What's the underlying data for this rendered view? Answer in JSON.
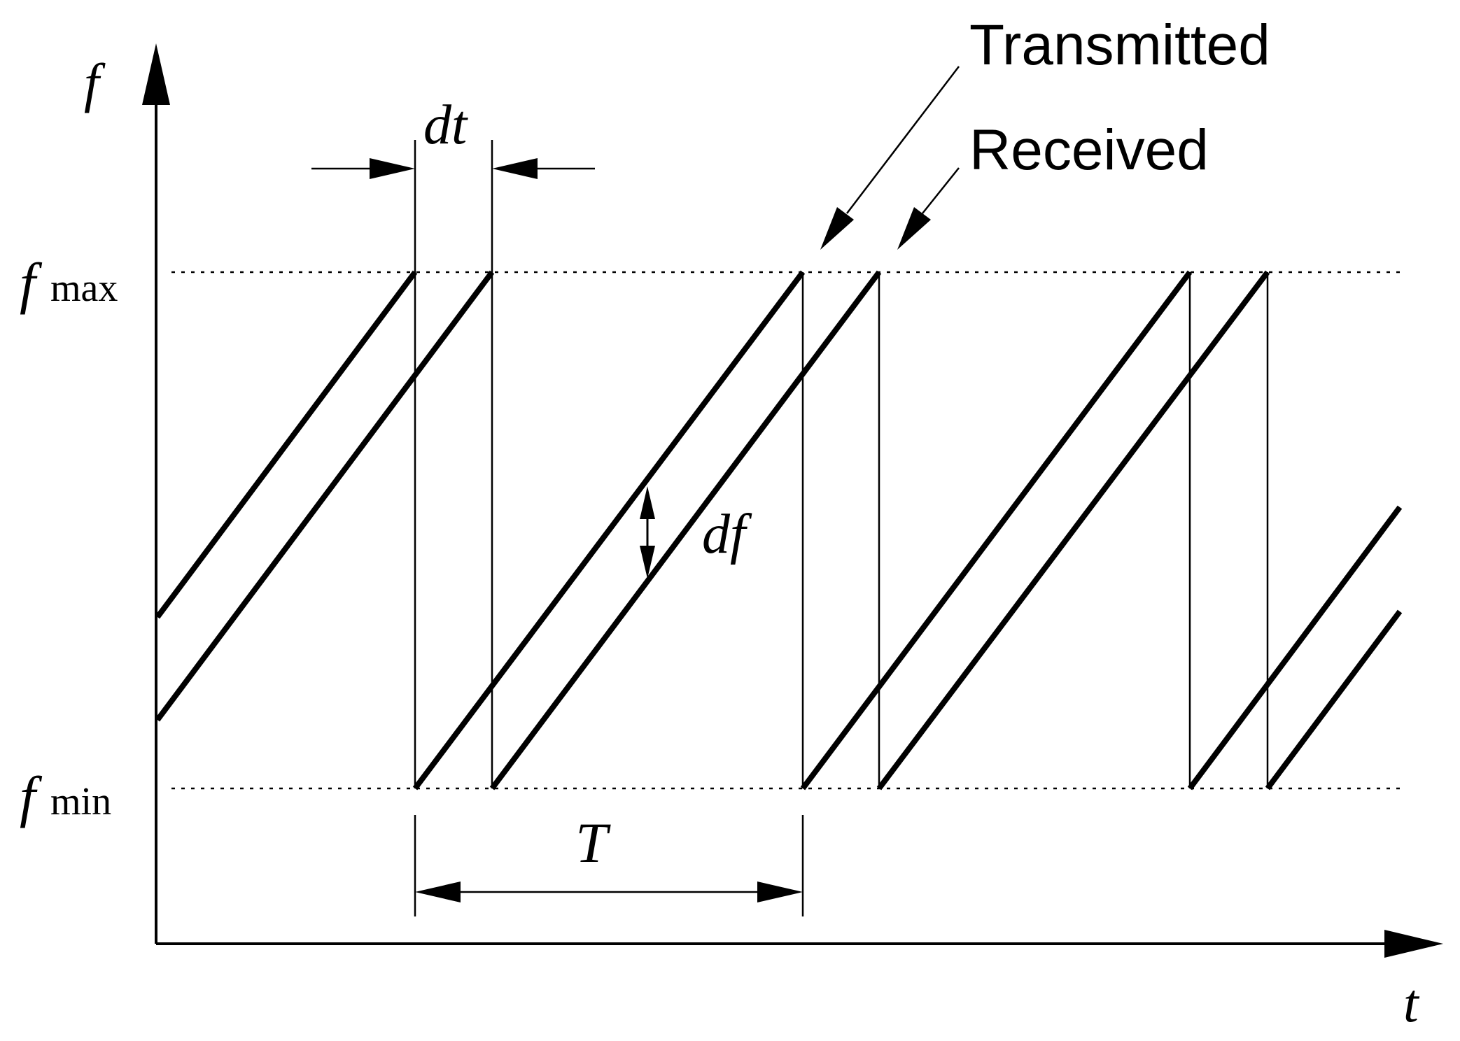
{
  "axes": {
    "x_label": "t",
    "y_label": "f"
  },
  "levels": {
    "max_symbol": "f",
    "max_subscript": "max",
    "min_symbol": "f",
    "min_subscript": "min"
  },
  "annotations": {
    "dt": "dt",
    "df": "df",
    "period": "T",
    "transmitted": "Transmitted",
    "received": "Received"
  },
  "colors": {
    "stroke": "#000000",
    "background": "#ffffff"
  }
}
